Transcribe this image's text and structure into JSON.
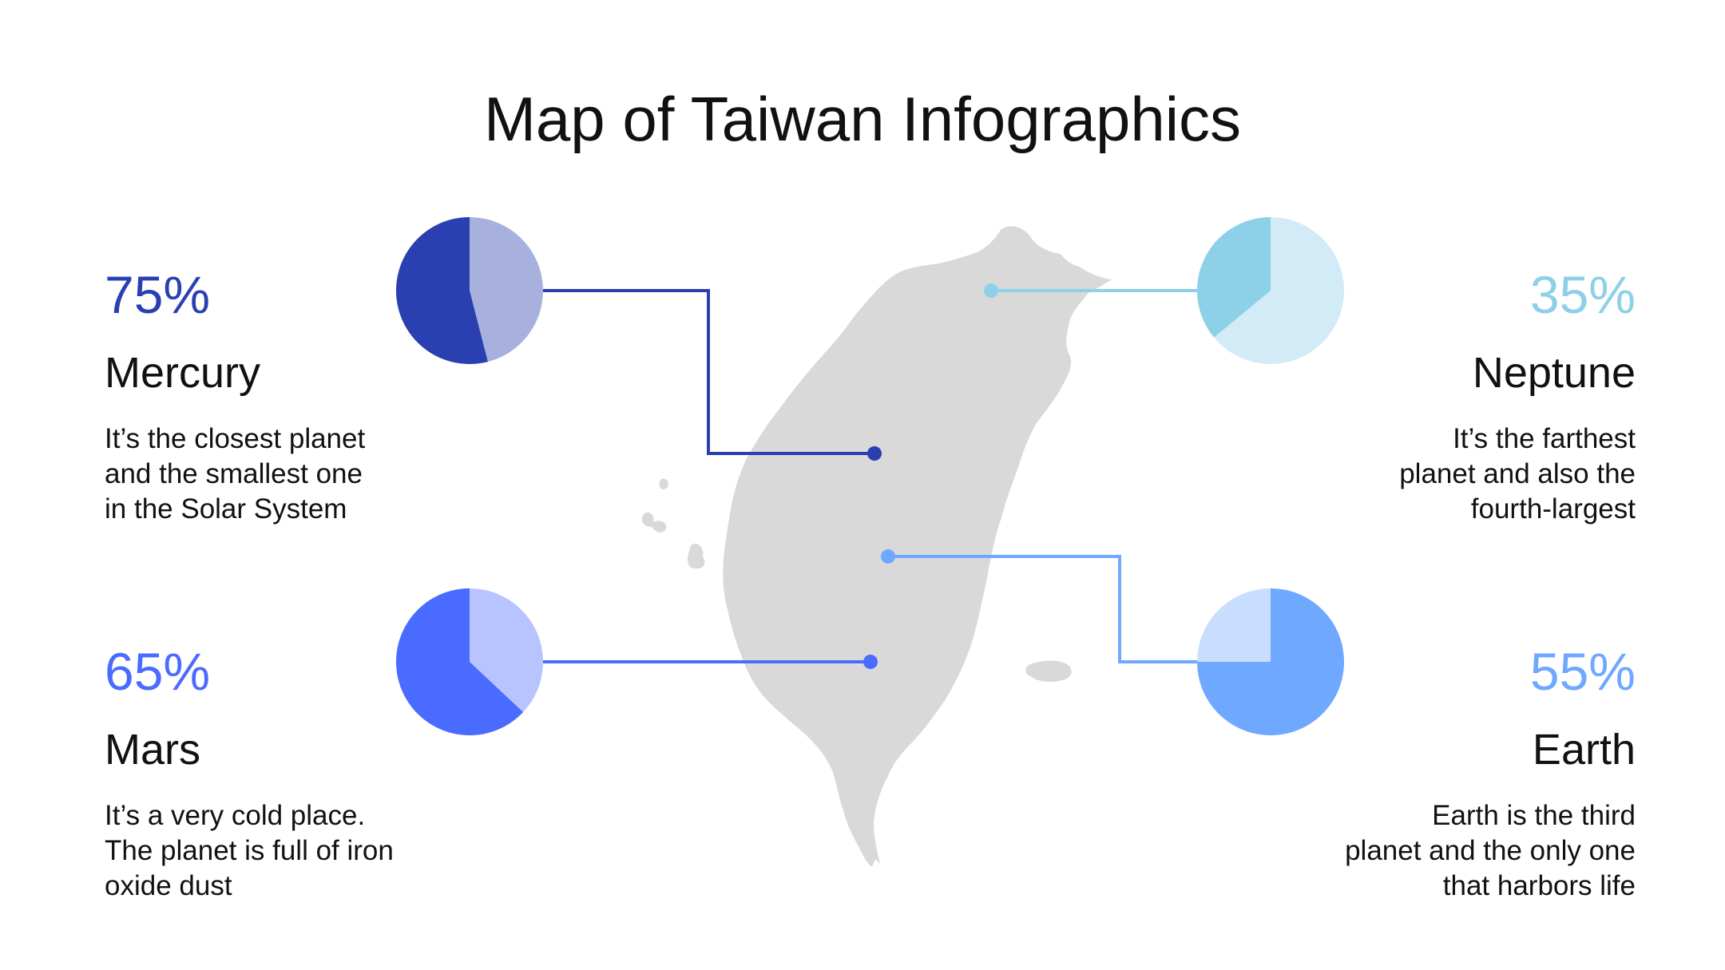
{
  "title": "Map of Taiwan Infographics",
  "colors": {
    "map": "#d9d9d9",
    "mercury": "#2a3fb0",
    "mercury_light": "#a8b1de",
    "mars": "#4a6bff",
    "mars_light": "#b8c4ff",
    "neptune": "#8dd0e8",
    "neptune_light": "#d3ebf6",
    "earth": "#6ea8ff",
    "earth_light": "#c9deff"
  },
  "items": {
    "mercury": {
      "percent": "75%",
      "name": "Mercury",
      "description": "It’s the closest planet\nand the smallest one\nin the Solar System",
      "pie_fraction": 0.54
    },
    "mars": {
      "percent": "65%",
      "name": "Mars",
      "description": "It’s a very cold place.\nThe planet is full of iron\noxide dust",
      "pie_fraction": 0.63
    },
    "neptune": {
      "percent": "35%",
      "name": "Neptune",
      "description": "It’s the farthest\nplanet and also the\nfourth-largest",
      "pie_fraction": 0.36
    },
    "earth": {
      "percent": "55%",
      "name": "Earth",
      "description": "Earth is the third\nplanet and the only one\nthat harbors life",
      "pie_fraction": 0.75
    }
  }
}
